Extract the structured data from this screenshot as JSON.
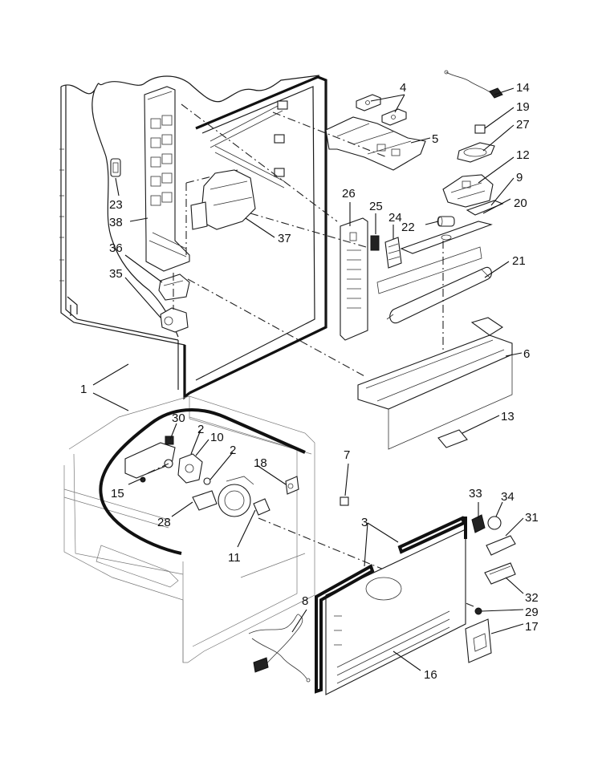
{
  "labels": [
    {
      "id": "p14",
      "text": "14"
    },
    {
      "id": "p4",
      "text": "4"
    },
    {
      "id": "p19",
      "text": "19"
    },
    {
      "id": "p5",
      "text": "5"
    },
    {
      "id": "p27",
      "text": "27"
    },
    {
      "id": "p12",
      "text": "12"
    },
    {
      "id": "p9",
      "text": "9"
    },
    {
      "id": "p26",
      "text": "26"
    },
    {
      "id": "p25",
      "text": "25"
    },
    {
      "id": "p24",
      "text": "24"
    },
    {
      "id": "p22",
      "text": "22"
    },
    {
      "id": "p20",
      "text": "20"
    },
    {
      "id": "p21",
      "text": "21"
    },
    {
      "id": "p23",
      "text": "23"
    },
    {
      "id": "p38",
      "text": "38"
    },
    {
      "id": "p37",
      "text": "37"
    },
    {
      "id": "p36",
      "text": "36"
    },
    {
      "id": "p35",
      "text": "35"
    },
    {
      "id": "p6",
      "text": "6"
    },
    {
      "id": "p1",
      "text": "1"
    },
    {
      "id": "p13",
      "text": "13"
    },
    {
      "id": "p30",
      "text": "30"
    },
    {
      "id": "p2a",
      "text": "2"
    },
    {
      "id": "p10",
      "text": "10"
    },
    {
      "id": "p2b",
      "text": "2"
    },
    {
      "id": "p7",
      "text": "7"
    },
    {
      "id": "p18",
      "text": "18"
    },
    {
      "id": "p15",
      "text": "15"
    },
    {
      "id": "p28",
      "text": "28"
    },
    {
      "id": "p11",
      "text": "11"
    },
    {
      "id": "p3",
      "text": "3"
    },
    {
      "id": "p33",
      "text": "33"
    },
    {
      "id": "p34",
      "text": "34"
    },
    {
      "id": "p31",
      "text": "31"
    },
    {
      "id": "p32",
      "text": "32"
    },
    {
      "id": "p29",
      "text": "29"
    },
    {
      "id": "p17",
      "text": "17"
    },
    {
      "id": "p8",
      "text": "8"
    },
    {
      "id": "p16",
      "text": "16"
    }
  ]
}
